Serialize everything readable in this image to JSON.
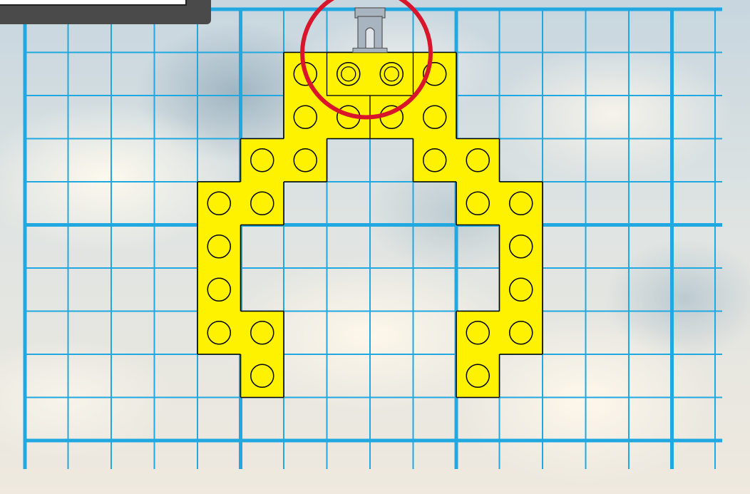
{
  "game": {
    "board": {
      "background": "cloudy-sky",
      "grid_color": "#21a8e1",
      "columns": 16,
      "rows": 10
    },
    "pieces": {
      "brick_color": "#fff200",
      "outline_color": "#000000",
      "cells": [
        [
          6,
          1
        ],
        [
          7,
          1
        ],
        [
          8,
          1
        ],
        [
          9,
          1
        ],
        [
          6,
          2
        ],
        [
          7,
          2
        ],
        [
          8,
          2
        ],
        [
          9,
          2
        ],
        [
          5,
          3
        ],
        [
          6,
          3
        ],
        [
          9,
          3
        ],
        [
          10,
          3
        ],
        [
          4,
          4
        ],
        [
          5,
          4
        ],
        [
          10,
          4
        ],
        [
          11,
          4
        ],
        [
          4,
          5
        ],
        [
          11,
          5
        ],
        [
          4,
          6
        ],
        [
          11,
          6
        ],
        [
          4,
          7
        ],
        [
          5,
          7
        ],
        [
          10,
          7
        ],
        [
          11,
          7
        ],
        [
          5,
          8
        ],
        [
          10,
          8
        ]
      ],
      "selected_cells": [
        [
          7,
          1
        ],
        [
          8,
          1
        ]
      ]
    },
    "connector": {
      "label": "connector-peg",
      "color": "#a8b4bf"
    },
    "highlight": {
      "color": "#d9152b",
      "target": "selected-plate"
    },
    "dialog": {
      "fill": "#ffffff",
      "frame": "#4a4a4a"
    }
  }
}
